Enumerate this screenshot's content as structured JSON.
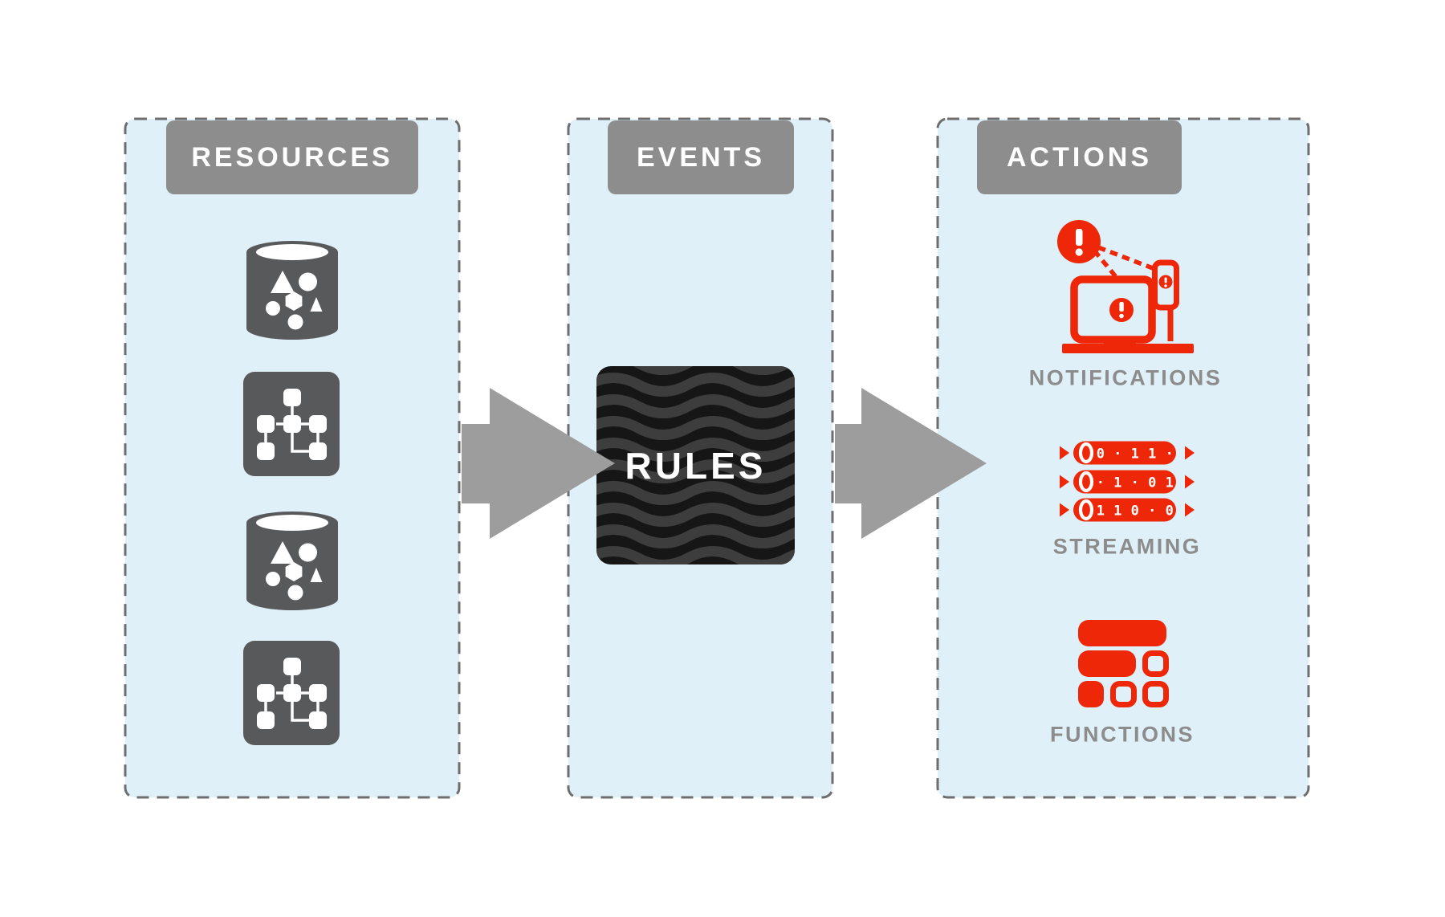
{
  "diagram_title": "resources-events-actions-pipeline",
  "colors": {
    "page_bg": "#ffffff",
    "panel_bg": "#dff0f8",
    "panel_border": "#6e6e6e",
    "header_bg": "#8d8d8d",
    "header_text": "#ffffff",
    "icon_gray": "#58595b",
    "arrow_gray": "#9d9d9d",
    "label_gray": "#8c8c8c",
    "accent_red": "#ee2709",
    "rules_bg": "#161616",
    "rules_wave": "#3d3d3d",
    "rules_text": "#ffffff"
  },
  "panels": {
    "resources": {
      "title": "RESOURCES",
      "icons": [
        "database-icon",
        "schema-icon",
        "database-icon",
        "schema-icon"
      ]
    },
    "events": {
      "title": "EVENTS",
      "rules_box": {
        "label": "RULES"
      }
    },
    "actions": {
      "title": "ACTIONS",
      "items": [
        {
          "label": "NOTIFICATIONS",
          "icon": "alert-devices-icon"
        },
        {
          "label": "STREAMING",
          "icon": "binary-stream-icon",
          "bits": [
            "0 · 1 1 ·",
            "· 1 · 0 1",
            "1 1 0 · 0"
          ]
        },
        {
          "label": "FUNCTIONS",
          "icon": "function-blocks-icon"
        }
      ]
    }
  },
  "flow": {
    "arrow_count": 2,
    "direction": "left-to-right",
    "sequence": [
      "RESOURCES",
      "RULES",
      "ACTIONS"
    ]
  }
}
